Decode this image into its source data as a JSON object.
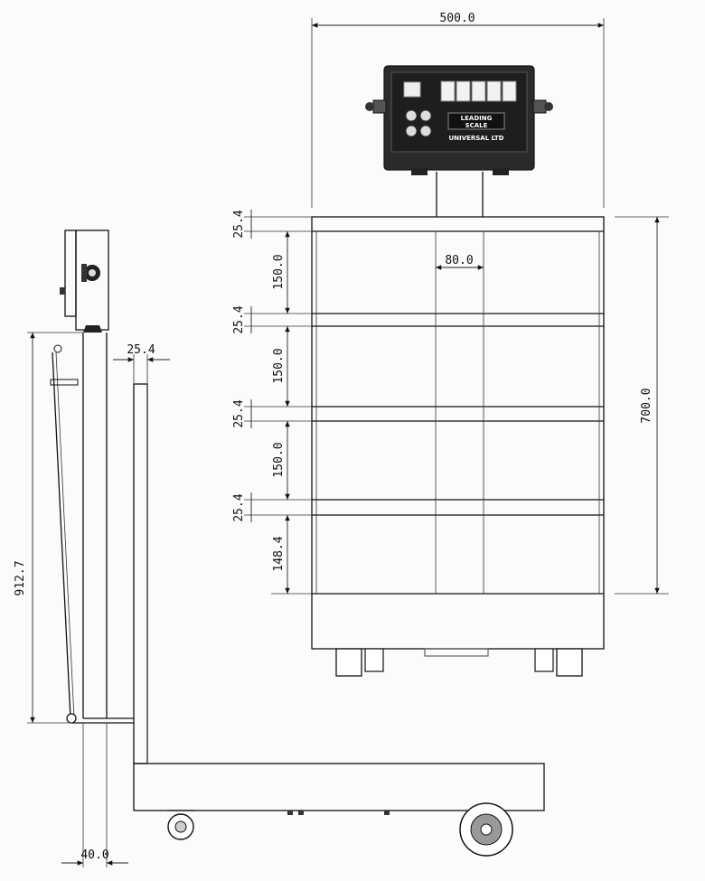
{
  "dimensions": {
    "overall_width": "500.0",
    "overall_height": "700.0",
    "gap_width": "80.0",
    "bar_thickness": "25.4",
    "span_150": "150.0",
    "span_bottom": "148.4",
    "side_height": "912.7",
    "side_bar": "25.4",
    "side_base": "40.0"
  },
  "indicator": {
    "brand_line1": "LEADING",
    "brand_line2": "SCALE",
    "maker": "UNIVERSAL LTD"
  }
}
